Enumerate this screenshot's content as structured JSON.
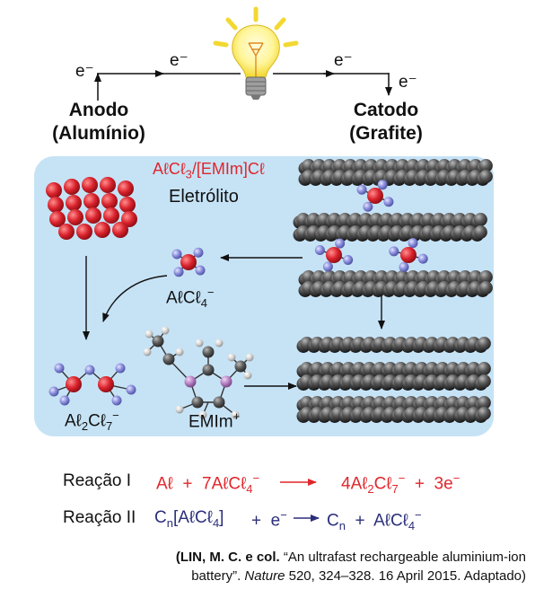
{
  "circuit": {
    "anode_electron": "e⁻",
    "top_left_electron": "e⁻",
    "top_right_electron": "e⁻",
    "cathode_electron": "e⁻"
  },
  "anode": {
    "line1": "Anodo",
    "line2": "(Alumínio)"
  },
  "cathode": {
    "line1": "Catodo",
    "line2": "(Grafite)"
  },
  "electrolyte": {
    "formula_a": "AℓCℓ",
    "formula_a_sub": "3",
    "formula_b": "/[EMIm]Cℓ",
    "label": "Eletrólito"
  },
  "species": {
    "alcl4": {
      "base": "AℓCℓ",
      "sub": "4",
      "sup": "−"
    },
    "al2cl7": {
      "a": "Aℓ",
      "sub1": "2",
      "b": "Cℓ",
      "sub2": "7",
      "sup": "−"
    },
    "emim": {
      "base": "EMIm",
      "sup": "+"
    }
  },
  "reactions": {
    "r1": {
      "label": "Reação I",
      "t1": "Aℓ  +  7AℓCℓ",
      "t1_sub": "4",
      "t1_sup": "−",
      "t2": "4Aℓ",
      "t2_sub": "2",
      "t2_b": "Cℓ",
      "t2_sub2": "7",
      "t2_sup": "−",
      "t3": "  +  3e",
      "t3_sup": "−"
    },
    "r2": {
      "label": "Reação II",
      "t1": "C",
      "t1_sub": "n",
      "t1_b": "[AℓCℓ",
      "t1_sub2": "4",
      "t1_c": "]",
      "t2": "+  e",
      "t2_sup": "−",
      "t3": "C",
      "t3_sub": "n",
      "t3_b": "  +  AℓCℓ",
      "t3_sub2": "4",
      "t3_sup": "−"
    }
  },
  "citation": {
    "bold": "(LIN, M. C. e col.",
    "quote": " “An ultrafast rechargeable aluminium-ion",
    "line2a": "battery”. ",
    "journal": "Nature",
    "line2b": " 520, 324–328. 16 April 2015. Adaptado)"
  },
  "colors": {
    "electrolyte_bg": "#c6e3f6",
    "reaction_red": "#e0262c",
    "reaction_navy": "#2b2f7a",
    "aluminum_atom": "#d82a35",
    "chlorine_atom": "#7a7fd0",
    "graphite_atom": "#555555"
  }
}
